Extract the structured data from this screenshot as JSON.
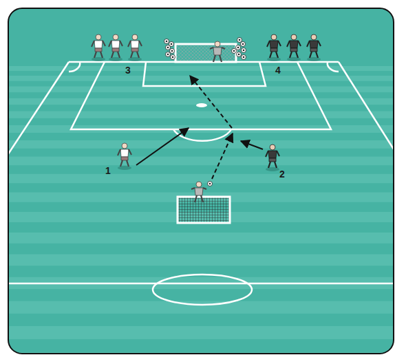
{
  "diagram": {
    "labels": [
      "3",
      "4",
      "1",
      "2"
    ]
  }
}
